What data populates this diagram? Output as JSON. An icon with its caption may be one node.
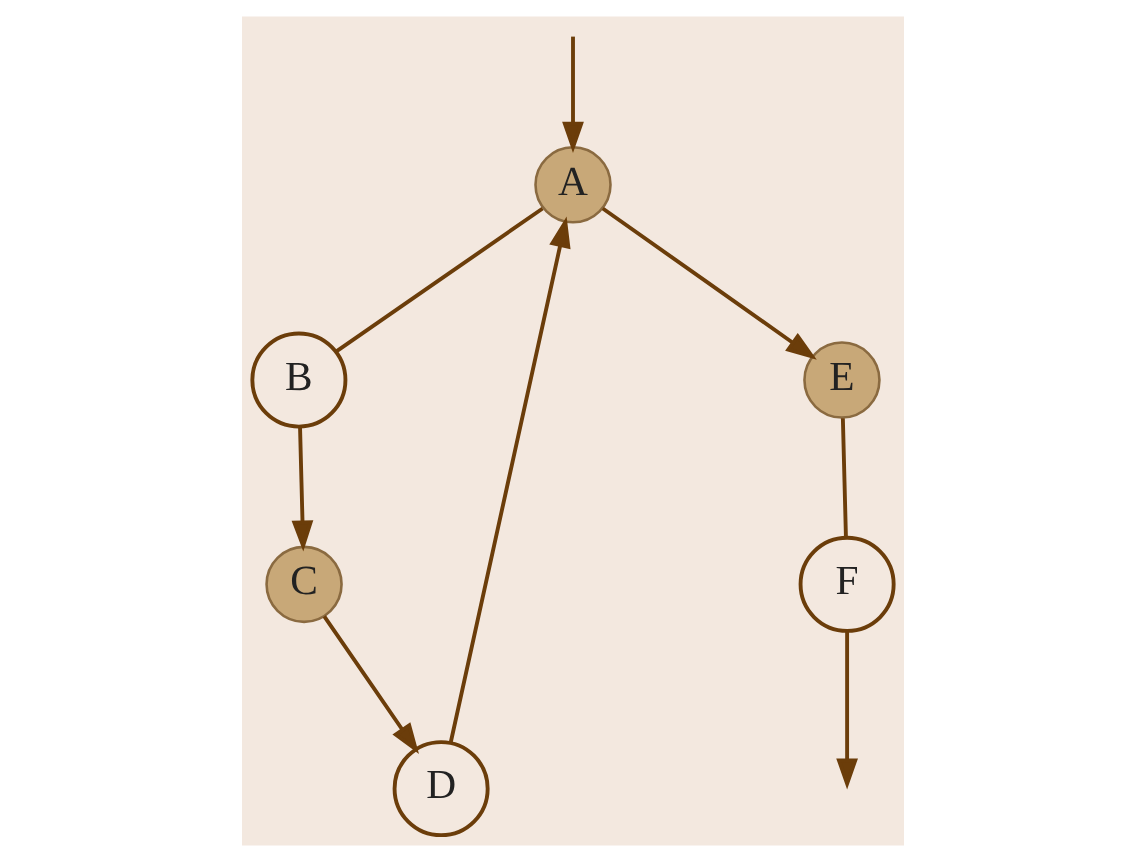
{
  "diagram": {
    "nodes": [
      {
        "text": [
          "A"
        ]
      },
      {
        "text": [
          "B"
        ]
      },
      {
        "text": [
          "C"
        ]
      },
      {
        "text": [
          "D"
        ]
      },
      {
        "text": [
          "E"
        ]
      },
      {
        "text": [
          "F"
        ]
      }
    ],
    "edges": [
      {
        "from": null,
        "to": 0,
        "arrow": "to"
      },
      {
        "from": 0,
        "to": 1,
        "arrow": "none"
      },
      {
        "from": 1,
        "to": 2,
        "arrow": "to"
      },
      {
        "from": 2,
        "to": 3,
        "arrow": "to"
      },
      {
        "from": 3,
        "to": 0,
        "arrow": "to"
      },
      {
        "from": 0,
        "to": 4,
        "arrow": "to"
      },
      {
        "from": 4,
        "to": 5,
        "arrow": "none"
      },
      {
        "from": 5,
        "to": null,
        "arrow": "to"
      }
    ]
  }
}
